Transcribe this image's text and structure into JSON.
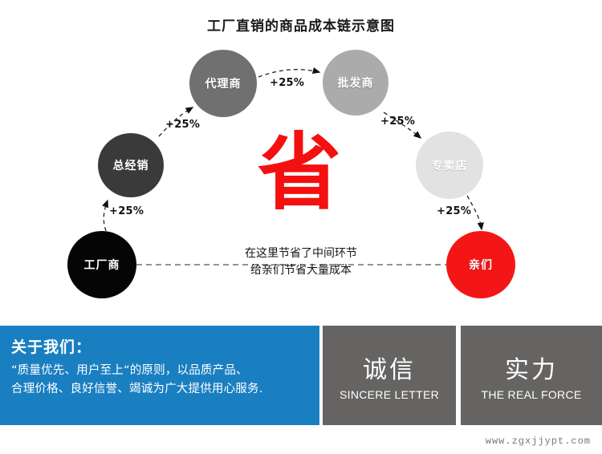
{
  "diagram": {
    "title": "工厂直销的商品成本链示意图",
    "big_word": "省",
    "center_note": {
      "line1": "在这里节省了中间环节",
      "line2": "给亲们节省大量成本"
    },
    "nodes": [
      {
        "id": "factory",
        "label": "工厂商",
        "color": "#050505"
      },
      {
        "id": "general",
        "label": "总经销",
        "color": "#3a3a3a"
      },
      {
        "id": "agent",
        "label": "代理商",
        "color": "#707070"
      },
      {
        "id": "wholesale",
        "label": "批发商",
        "color": "#ababab"
      },
      {
        "id": "store",
        "label": "专卖店",
        "color": "#e2e2e2"
      },
      {
        "id": "customer",
        "label": "亲们",
        "color": "#f41616"
      }
    ],
    "markups": [
      {
        "id": "factory-to-general",
        "label": "+25%"
      },
      {
        "id": "general-to-agent",
        "label": "+25%"
      },
      {
        "id": "agent-to-wholesale",
        "label": "+25%"
      },
      {
        "id": "wholesale-to-store",
        "label": "+25%"
      },
      {
        "id": "store-to-customer",
        "label": "+25%"
      }
    ]
  },
  "about": {
    "title": "关于我们：",
    "line1": "“质量优先、用户至上“的原则，以品质产品、",
    "line2": "合理价格、良好信誉、竭诚为广大提供用心服务.",
    "bg_color": "#1a7fc1"
  },
  "values": [
    {
      "cn": "诚信",
      "en": "SINCERE LETTER"
    },
    {
      "cn": "实力",
      "en": "THE REAL FORCE"
    }
  ],
  "watermark": "www.zgxjjypt.com"
}
